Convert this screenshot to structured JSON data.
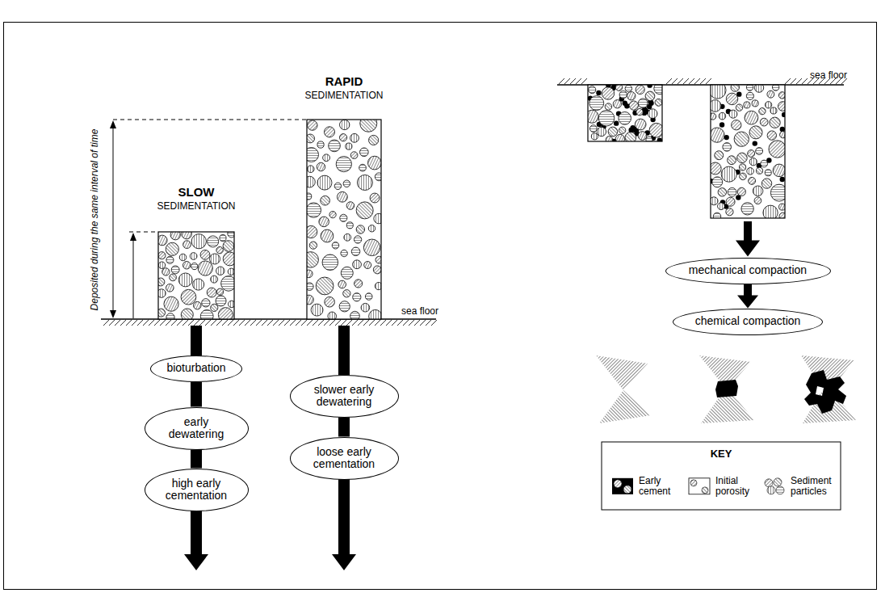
{
  "diagram": {
    "nodes": [
      {
        "text": [
          "bioturbation"
        ]
      },
      {
        "text": [
          "early dewatering"
        ]
      },
      {
        "text": [
          "high early cementation"
        ]
      },
      {
        "text": [
          "slower early dewatering"
        ]
      },
      {
        "text": [
          "loose early cementation"
        ]
      },
      {
        "text": [
          "mechanical compaction"
        ]
      },
      {
        "text": [
          "chemical compaction"
        ]
      }
    ],
    "edges": [
      {
        "from": 0,
        "to": 1,
        "arrow": "none"
      },
      {
        "from": 1,
        "to": 2,
        "arrow": "none"
      },
      {
        "from": 3,
        "to": 4,
        "arrow": "none"
      },
      {
        "from": 5,
        "to": 6,
        "arrow": "to"
      }
    ],
    "labels": [
      "RAPID",
      "SEDIMENTATION",
      "SLOW",
      "SEDIMENTATION",
      "Deposited during the same interval of time",
      "sea floor",
      "sea floor",
      "KEY"
    ],
    "legend": [
      {
        "text": "Early cement",
        "color": "#000000"
      },
      {
        "text": "Initial porosity"
      },
      {
        "text": "Sediment particles"
      }
    ]
  }
}
